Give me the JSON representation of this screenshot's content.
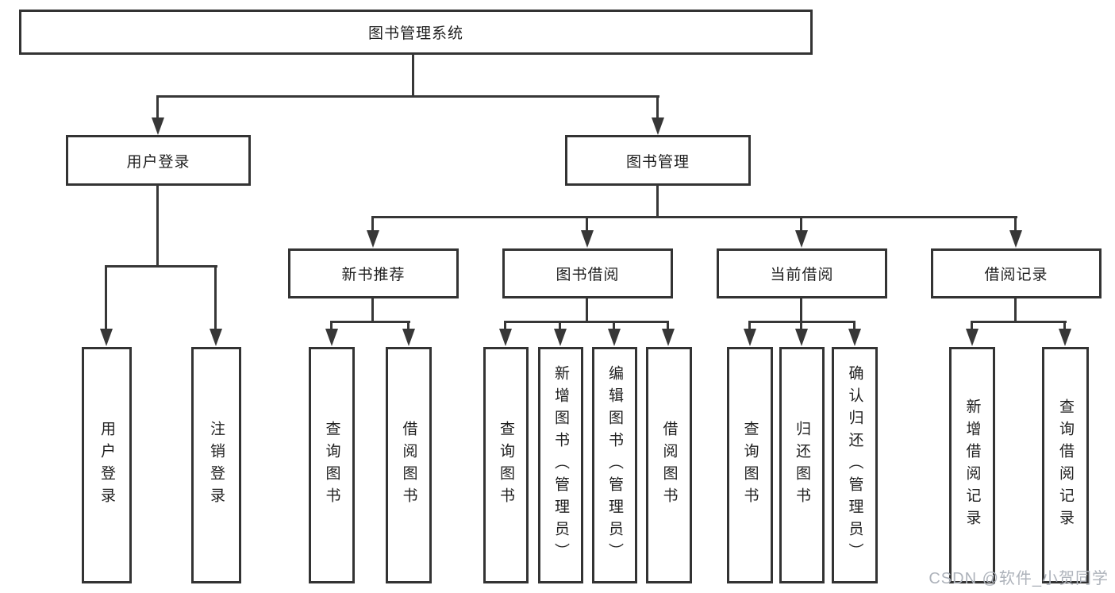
{
  "diagram": {
    "title": "图书管理系统",
    "root": {
      "label": "图书管理系统"
    },
    "branches": [
      {
        "label": "用户登录",
        "leaves": [
          "用户登录",
          "注销登录"
        ]
      },
      {
        "label": "图书管理",
        "children": [
          {
            "label": "新书推荐",
            "leaves": [
              "查询图书",
              "借阅图书"
            ]
          },
          {
            "label": "图书借阅",
            "leaves": [
              "查询图书",
              "新增图书（管理员）",
              "编辑图书（管理员）",
              "借阅图书"
            ]
          },
          {
            "label": "当前借阅",
            "leaves": [
              "查询图书",
              "归还图书",
              "确认归还（管理员）"
            ]
          },
          {
            "label": "借阅记录",
            "leaves": [
              "新增借阅记录",
              "查询借阅记录"
            ]
          }
        ]
      }
    ]
  },
  "watermark": {
    "text": "CSDN @软件_小贺同学"
  },
  "colors": {
    "line": "#373737",
    "border": "#333333",
    "text": "#1f1f1f",
    "watermark": "#aeb3bb",
    "background": "#ffffff"
  }
}
